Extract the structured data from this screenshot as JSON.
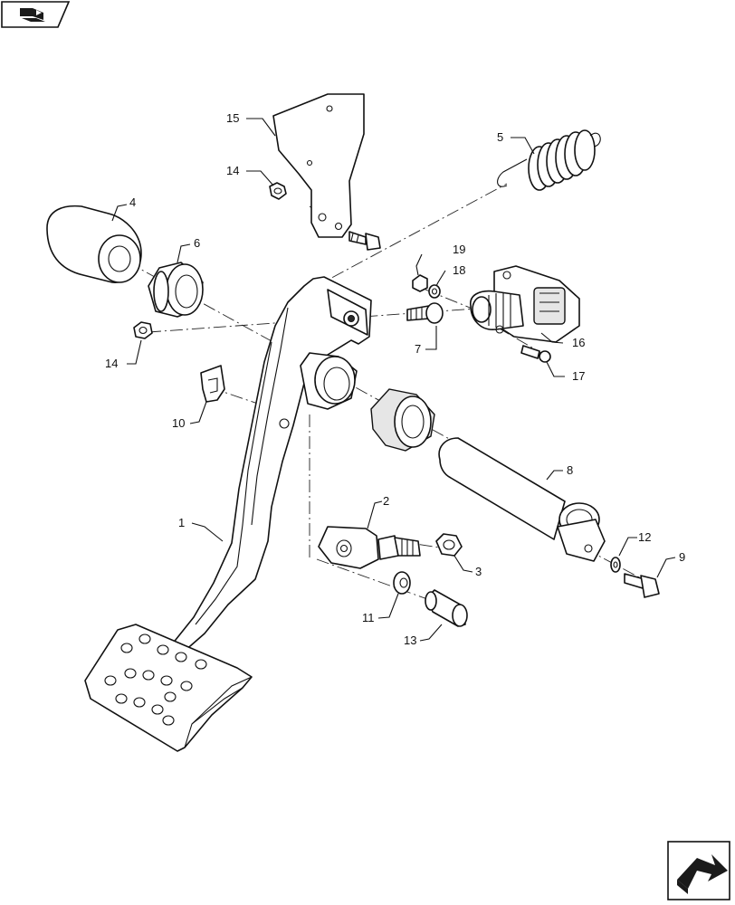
{
  "nav": {
    "back_icon": "back-book-icon",
    "forward_icon": "next-page-arrow-icon"
  },
  "callouts": [
    {
      "id": "c1",
      "label": "1"
    },
    {
      "id": "c2",
      "label": "2"
    },
    {
      "id": "c3",
      "label": "3"
    },
    {
      "id": "c4",
      "label": "4"
    },
    {
      "id": "c5",
      "label": "5"
    },
    {
      "id": "c6",
      "label": "6"
    },
    {
      "id": "c7",
      "label": "7"
    },
    {
      "id": "c8",
      "label": "8"
    },
    {
      "id": "c9",
      "label": "9"
    },
    {
      "id": "c10",
      "label": "10"
    },
    {
      "id": "c11",
      "label": "11"
    },
    {
      "id": "c12",
      "label": "12"
    },
    {
      "id": "c13",
      "label": "13"
    },
    {
      "id": "c14a",
      "label": "14"
    },
    {
      "id": "c14b",
      "label": "14"
    },
    {
      "id": "c15",
      "label": "15"
    },
    {
      "id": "c16",
      "label": "16"
    },
    {
      "id": "c17",
      "label": "17"
    },
    {
      "id": "c18",
      "label": "18"
    },
    {
      "id": "c19",
      "label": "19"
    }
  ],
  "colors": {
    "line": "#111111",
    "background": "#ffffff",
    "nav_fill": "#1a1a1a"
  }
}
